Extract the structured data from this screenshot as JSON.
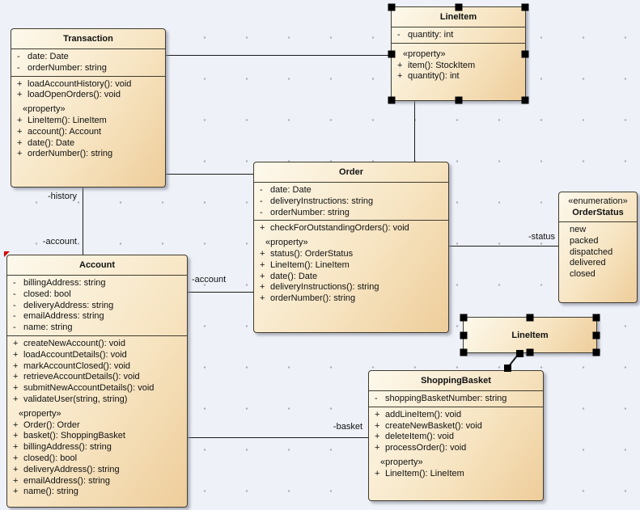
{
  "palette": {
    "canvas_background": "#eef1f8",
    "grid_dot_color": "#a9aebc",
    "box_fill_light": "#fdf9ec",
    "box_fill_dark": "#eecd9a",
    "box_border": "#3f3b2f",
    "connector_color": "#1c1c1c",
    "selection_handle_color": "#000000",
    "change_marker_color": "#d40000"
  },
  "classes": {
    "transaction": {
      "title": "Transaction",
      "attributes": [
        {
          "vis": "-",
          "text": "date: Date"
        },
        {
          "vis": "-",
          "text": "orderNumber: string"
        }
      ],
      "operations": [
        {
          "vis": "+",
          "text": "loadAccountHistory(): void"
        },
        {
          "vis": "+",
          "text": "loadOpenOrders(): void"
        },
        {
          "header": true,
          "text": "«property»"
        },
        {
          "vis": "+",
          "text": "LineItem(): LineItem"
        },
        {
          "vis": "+",
          "text": "account(): Account"
        },
        {
          "vis": "+",
          "text": "date(): Date"
        },
        {
          "vis": "+",
          "text": "orderNumber(): string"
        }
      ]
    },
    "lineitem_top": {
      "title": "LineItem",
      "attributes": [
        {
          "vis": "-",
          "text": "quantity: int"
        }
      ],
      "operations": [
        {
          "header": true,
          "text": "«property»"
        },
        {
          "vis": "+",
          "text": "item(): StockItem"
        },
        {
          "vis": "+",
          "text": "quantity(): int"
        }
      ]
    },
    "order": {
      "title": "Order",
      "attributes": [
        {
          "vis": "-",
          "text": "date: Date"
        },
        {
          "vis": "-",
          "text": "deliveryInstructions: string"
        },
        {
          "vis": "-",
          "text": "orderNumber: string"
        }
      ],
      "operations": [
        {
          "vis": "+",
          "text": "checkForOutstandingOrders(): void"
        },
        {
          "header": true,
          "text": "«property»"
        },
        {
          "vis": "+",
          "text": "status(): OrderStatus"
        },
        {
          "vis": "+",
          "text": "LineItem(): LineItem"
        },
        {
          "vis": "+",
          "text": "date(): Date"
        },
        {
          "vis": "+",
          "text": "deliveryInstructions(): string"
        },
        {
          "vis": "+",
          "text": "orderNumber(): string"
        }
      ]
    },
    "order_status": {
      "stereotype": "«enumeration»",
      "title": "OrderStatus",
      "literals": [
        "new",
        "packed",
        "dispatched",
        "delivered",
        "closed"
      ]
    },
    "account": {
      "title": "Account",
      "attributes": [
        {
          "vis": "-",
          "text": "billingAddress: string"
        },
        {
          "vis": "-",
          "text": "closed: bool"
        },
        {
          "vis": "-",
          "text": "deliveryAddress: string"
        },
        {
          "vis": "-",
          "text": "emailAddress: string"
        },
        {
          "vis": "-",
          "text": "name: string"
        }
      ],
      "operations": [
        {
          "vis": "+",
          "text": "createNewAccount(): void"
        },
        {
          "vis": "+",
          "text": "loadAccountDetails(): void"
        },
        {
          "vis": "+",
          "text": "markAccountClosed(): void"
        },
        {
          "vis": "+",
          "text": "retrieveAccountDetails(): void"
        },
        {
          "vis": "+",
          "text": "submitNewAccountDetails(): void"
        },
        {
          "vis": "+",
          "text": "validateUser(string, string)"
        },
        {
          "header": true,
          "text": "«property»"
        },
        {
          "vis": "+",
          "text": "Order(): Order"
        },
        {
          "vis": "+",
          "text": "basket(): ShoppingBasket"
        },
        {
          "vis": "+",
          "text": "billingAddress(): string"
        },
        {
          "vis": "+",
          "text": "closed(): bool"
        },
        {
          "vis": "+",
          "text": "deliveryAddress(): string"
        },
        {
          "vis": "+",
          "text": "emailAddress(): string"
        },
        {
          "vis": "+",
          "text": "name(): string"
        }
      ]
    },
    "lineitem_small": {
      "title": "LineItem"
    },
    "shopping_basket": {
      "title": "ShoppingBasket",
      "attributes": [
        {
          "vis": "-",
          "text": "shoppingBasketNumber: string"
        }
      ],
      "operations": [
        {
          "vis": "+",
          "text": "addLineItem(): void"
        },
        {
          "vis": "+",
          "text": "createNewBasket(): void"
        },
        {
          "vis": "+",
          "text": "deleteItem(): void"
        },
        {
          "vis": "+",
          "text": "processOrder(): void"
        },
        {
          "header": true,
          "text": "«property»"
        },
        {
          "vis": "+",
          "text": "LineItem(): LineItem"
        }
      ]
    }
  },
  "connector_labels": {
    "history": "-history",
    "account_upper": "-account",
    "account_mid": "-account",
    "status": "-status",
    "basket": "-basket"
  }
}
